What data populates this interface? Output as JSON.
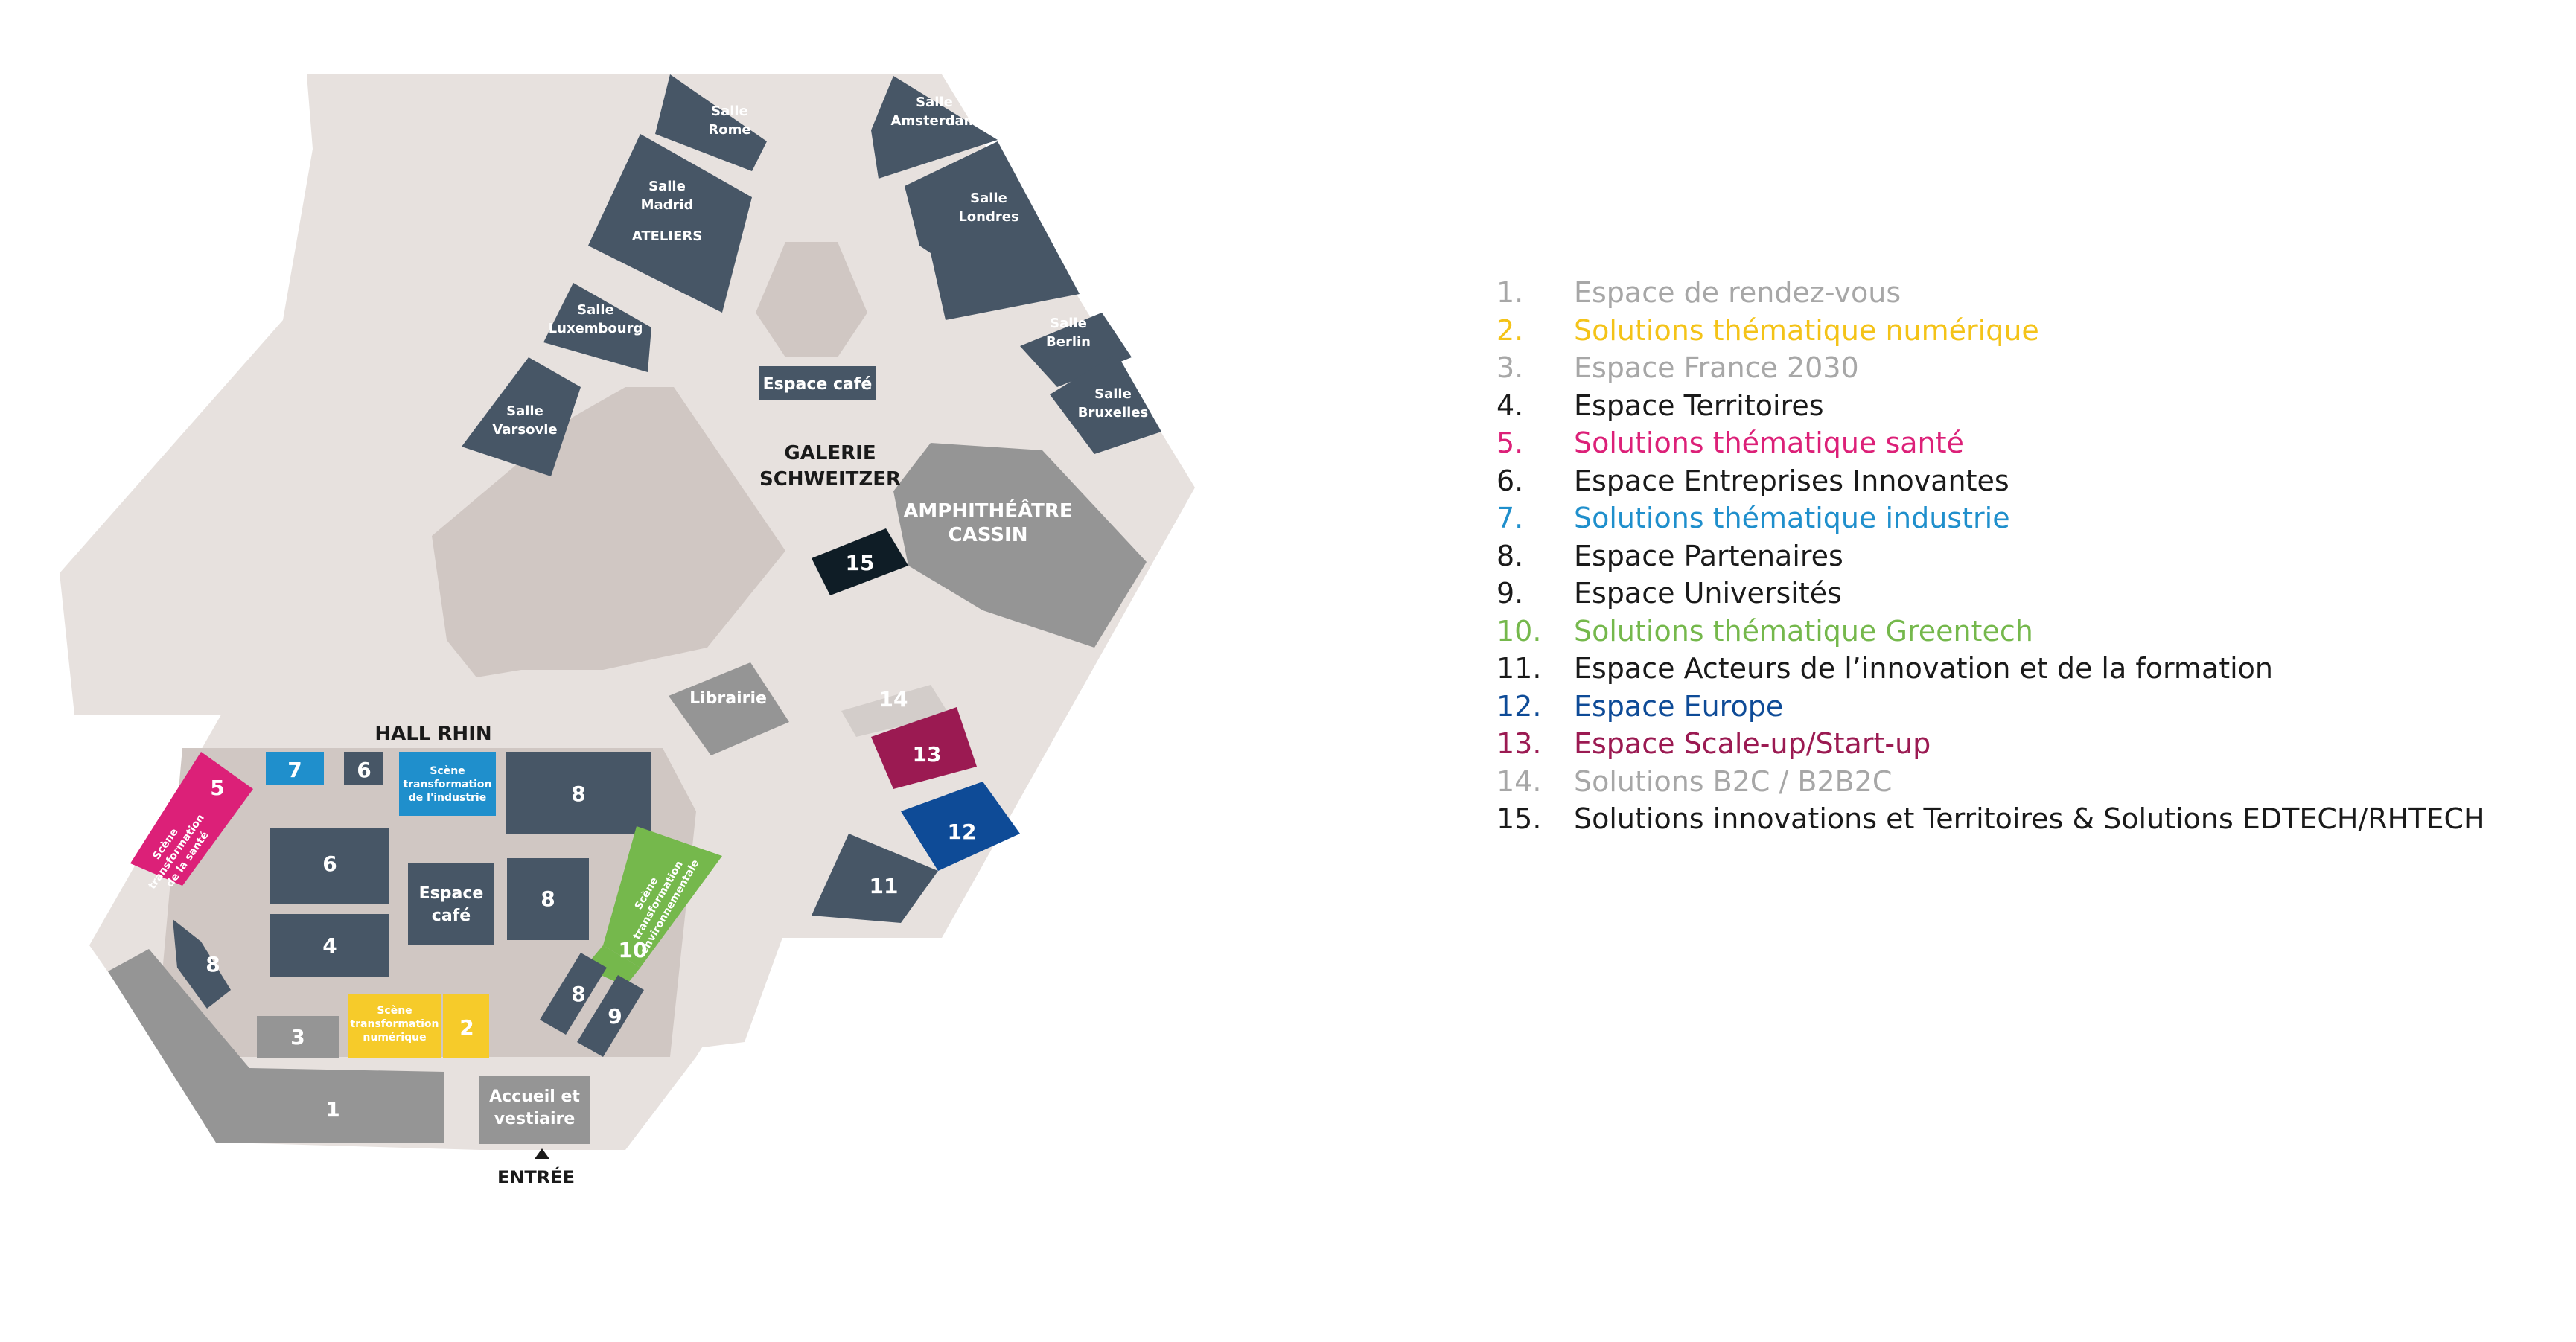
{
  "colors": {
    "floor": "#e7e1de",
    "zone": "#d0c7c3",
    "dark": "#475666",
    "grey": "#959595",
    "lightgrey": "#d3cdca",
    "yellow": "#f6cb2a",
    "pink": "#dc2078",
    "blue": "#1f8fcc",
    "green": "#75b84c",
    "navy": "#0e4b97",
    "maroon": "#9b1a52",
    "black": "#0f1d26",
    "white": "#ffffff"
  },
  "rooms": {
    "rome": [
      "Salle",
      "Rome"
    ],
    "amsterdam": [
      "Salle",
      "Amsterdam"
    ],
    "madrid": [
      "Salle",
      "Madrid"
    ],
    "ateliers": "ATELIERS",
    "londres": [
      "Salle",
      "Londres"
    ],
    "luxembourg": [
      "Salle",
      "Luxembourg"
    ],
    "berlin": [
      "Salle",
      "Berlin"
    ],
    "varsovie": [
      "Salle",
      "Varsovie"
    ],
    "bruxelles": [
      "Salle",
      "Bruxelles"
    ],
    "cafe_top": "Espace café",
    "galerie": [
      "GALERIE",
      "SCHWEITZER"
    ],
    "amphi": [
      "AMPHITHÉÂTRE",
      "CASSIN"
    ],
    "librairie": "Librairie",
    "hall_rhin": "HALL RHIN",
    "scene_industrie": [
      "Scène",
      "transformation",
      "de l'industrie"
    ],
    "scene_sante": [
      "Scène",
      "transformation",
      "de la santé"
    ],
    "scene_numerique": [
      "Scène",
      "transformation",
      "numérique"
    ],
    "scene_env": [
      "Scène",
      "transformation",
      "environnementale"
    ],
    "cafe_hall": [
      "Espace",
      "café"
    ],
    "accueil": [
      "Accueil et",
      "vestiaire"
    ],
    "entree": "ENTRÉE"
  },
  "numbers": {
    "n1": "1",
    "n2": "2",
    "n3": "3",
    "n4": "4",
    "n5": "5",
    "n6": "6",
    "n6b": "6",
    "n7": "7",
    "n8a": "8",
    "n8b": "8",
    "n8c": "8",
    "n8d": "8",
    "n9": "9",
    "n10": "10",
    "n11": "11",
    "n12": "12",
    "n13": "13",
    "n14": "14",
    "n15": "15"
  },
  "legend": [
    {
      "num": "1.",
      "label": "Espace de rendez-vous",
      "color": "#a7a7a7"
    },
    {
      "num": "2.",
      "label": "Solutions thématique numérique",
      "color": "#f4c318"
    },
    {
      "num": "3.",
      "label": "Espace France 2030",
      "color": "#a7a7a7"
    },
    {
      "num": "4.",
      "label": "Espace Territoires",
      "color": "#1a1a1a"
    },
    {
      "num": "5.",
      "label": "Solutions thématique santé",
      "color": "#dc2078"
    },
    {
      "num": "6.",
      "label": "Espace Entreprises Innovantes",
      "color": "#1a1a1a"
    },
    {
      "num": "7.",
      "label": "Solutions thématique industrie",
      "color": "#1f8fcc"
    },
    {
      "num": "8.",
      "label": "Espace Partenaires",
      "color": "#1a1a1a"
    },
    {
      "num": "9.",
      "label": "Espace Universités",
      "color": "#1a1a1a"
    },
    {
      "num": "10.",
      "label": "Solutions thématique Greentech",
      "color": "#75b84c"
    },
    {
      "num": "11.",
      "label": "Espace Acteurs de l’innovation et de la formation",
      "color": "#1a1a1a"
    },
    {
      "num": "12.",
      "label": "Espace Europe",
      "color": "#0e4b97"
    },
    {
      "num": "13.",
      "label": "Espace Scale-up/Start-up",
      "color": "#9b1a52"
    },
    {
      "num": "14.",
      "label": "Solutions  B2C / B2B2C",
      "color": "#a7a7a7"
    },
    {
      "num": "15.",
      "label": "Solutions innovations et Territoires & Solutions EDTECH/RHTECH",
      "color": "#1a1a1a"
    }
  ]
}
